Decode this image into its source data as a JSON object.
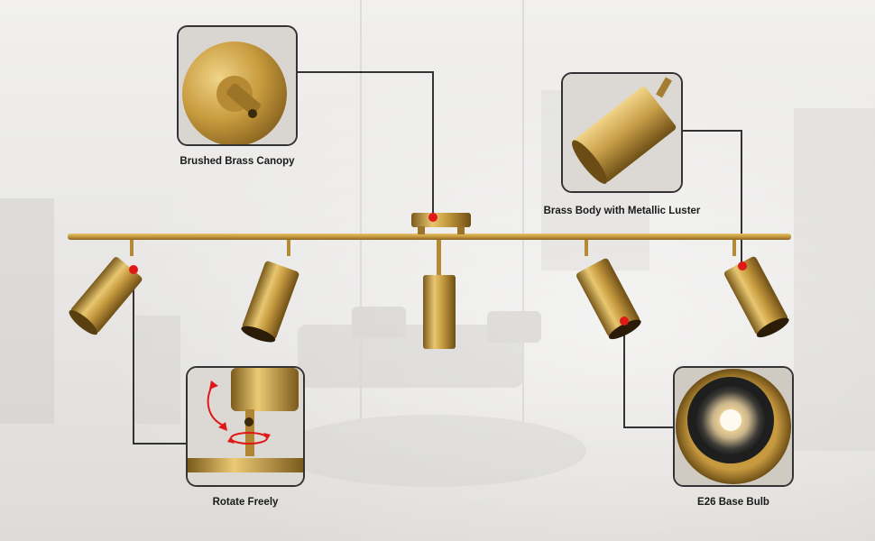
{
  "callouts": {
    "canopy": {
      "label": "Brushed Brass Canopy",
      "icon": "brass-canopy-closeup"
    },
    "body": {
      "label": "Brass Body with Metallic Luster",
      "icon": "brass-body-closeup"
    },
    "rotate": {
      "label": "Rotate Freely",
      "icon": "rotate-joint-closeup"
    },
    "bulb": {
      "label": "E26 Base Bulb",
      "icon": "led-bulb-closeup"
    }
  },
  "colors": {
    "brass_light": "#e8c770",
    "brass_mid": "#c69a3f",
    "brass_dark": "#7a5a1c",
    "marker": "#e01818",
    "line": "#333333"
  }
}
